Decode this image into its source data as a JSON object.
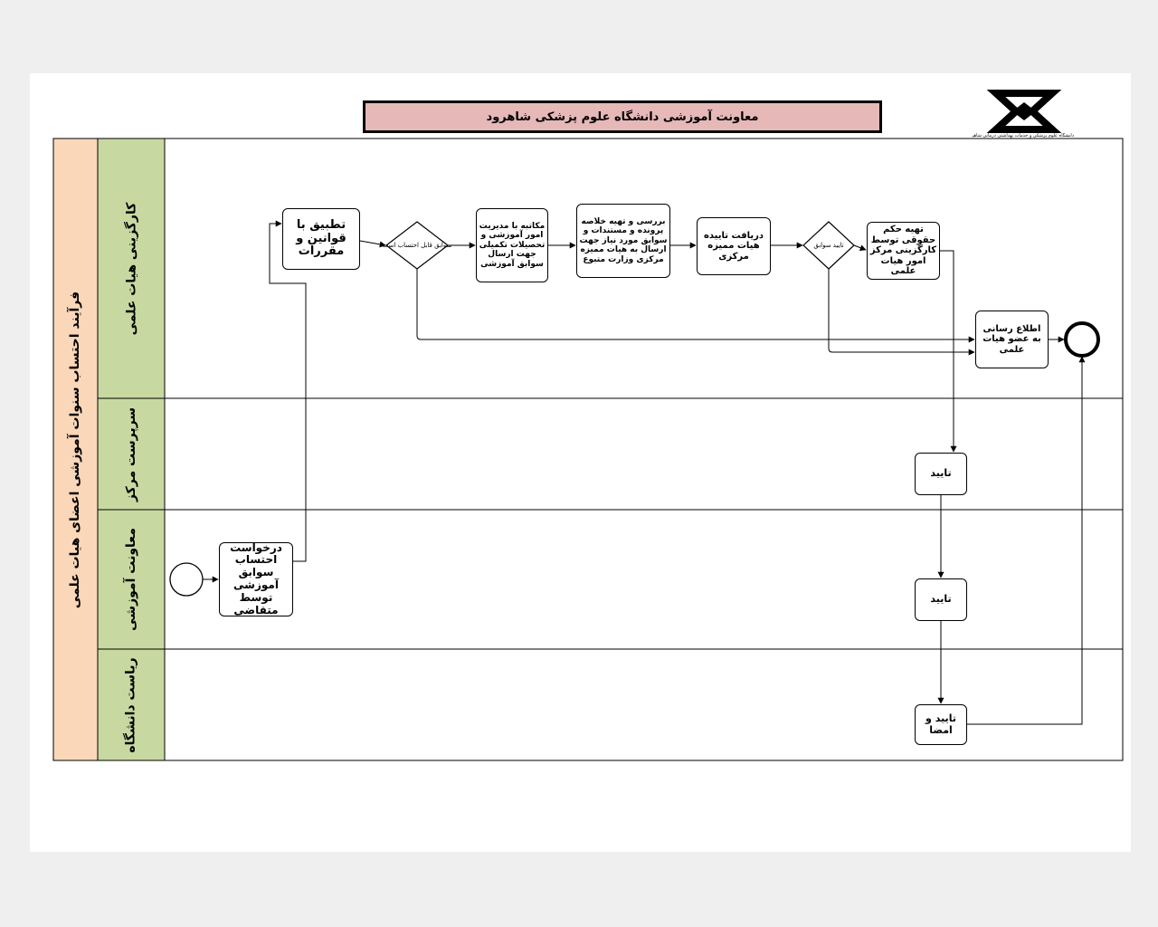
{
  "header": {
    "title": "معاونت آموزشی دانشگاه علوم پزشکی شاهرود",
    "logo_text": "دانشگاه علوم پزشکی و خدمات بهداشتی درمانی شاهرود"
  },
  "process_title": "فرآیند احتساب سنوات آموزشی اعضای هیات علمی",
  "lanes": [
    {
      "label": "کارگزینی هیات علمی"
    },
    {
      "label": "سرپرست مرکز"
    },
    {
      "label": "معاونت آموزشی"
    },
    {
      "label": "ریاست دانشگاه"
    }
  ],
  "tasks": {
    "request": "درخواست احتساب سوابق آموزشی توسط متقاضی",
    "compliance": "تطبیق با قوانین و مقررات",
    "correspondence": "مکاتبه با مدیریت امور آموزشی و تحصیلات تکمیلی جهت ارسال سوابق آموزشی",
    "review": "بررسی و تهیه خلاصه پرونده و مستندات و سوابق مورد نیاز جهت ارسال به هیات ممیزه مرکزی وزارت متبوع",
    "receive": "دریافت تاییده هیات ممیزه مرکزی",
    "decree": "تهیه حکم حقوقی توسط کارگزینی مرکز امور هیات علمی",
    "notify": "اطلاع رسانی به عضو هیات علمی",
    "approve_center": "تایید",
    "approve_deputy": "تایید",
    "approve_sign": "تایید و امضا"
  },
  "gateways": {
    "g1": "سوابق قابل احتساب است",
    "g2": "تایید سوابق"
  },
  "colors": {
    "title_fill": "#e6b8b8",
    "pool_fill": "#fad7b8",
    "lane_fill": "#c7d9a0"
  }
}
